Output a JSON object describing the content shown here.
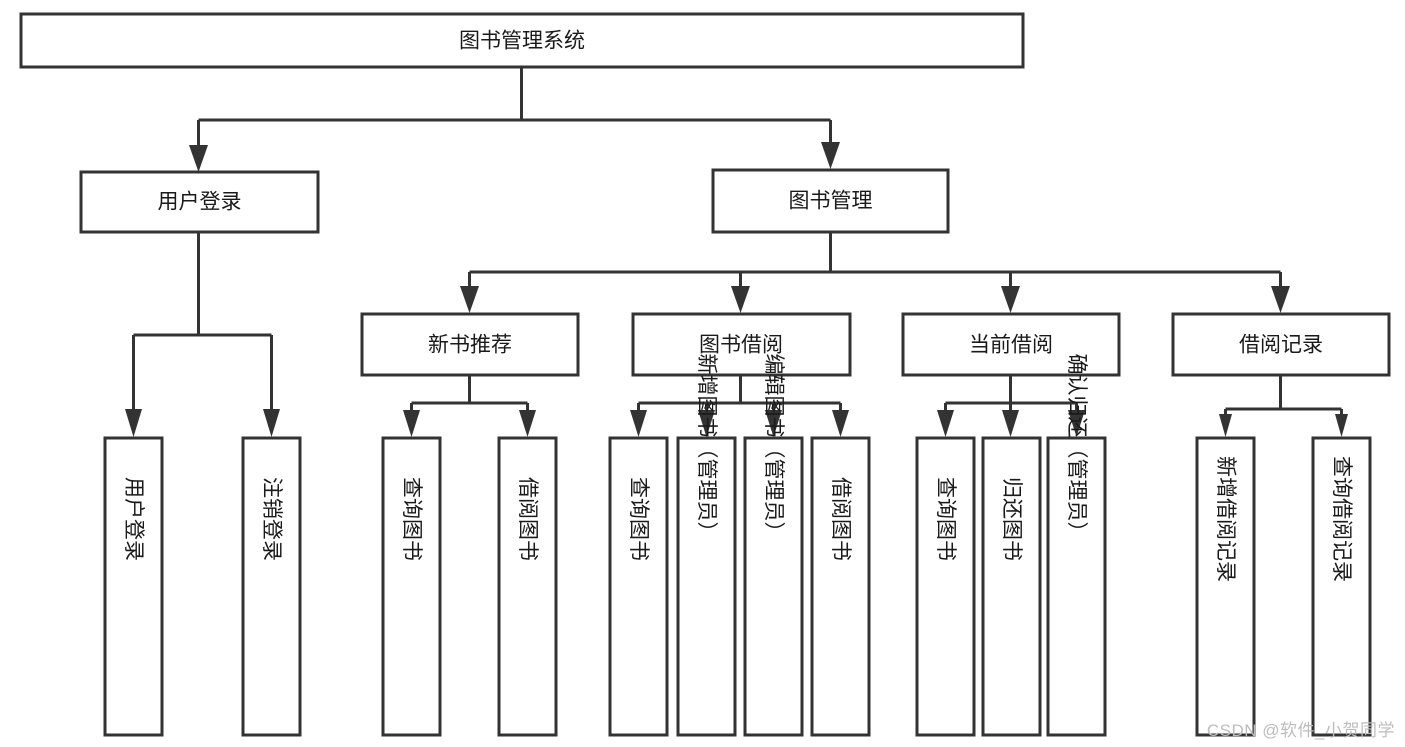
{
  "diagram": {
    "title": "图书管理系统",
    "type": "tree",
    "watermark": "CSDN @软件_小贺同学",
    "root": {
      "id": "root",
      "label": "图书管理系统"
    },
    "level2": [
      {
        "id": "user-login",
        "label": "用户登录"
      },
      {
        "id": "book-manage",
        "label": "图书管理"
      }
    ],
    "level3": [
      {
        "id": "new-book-rec",
        "label": "新书推荐",
        "parent": "book-manage"
      },
      {
        "id": "book-borrow",
        "label": "图书借阅",
        "parent": "book-manage"
      },
      {
        "id": "current-borrow",
        "label": "当前借阅",
        "parent": "book-manage"
      },
      {
        "id": "borrow-record",
        "label": "借阅记录",
        "parent": "book-manage"
      }
    ],
    "leaves": [
      {
        "id": "leaf-user-login",
        "label": "用户登录",
        "parent": "user-login"
      },
      {
        "id": "leaf-logout",
        "label": "注销登录",
        "parent": "user-login"
      },
      {
        "id": "leaf-query-book-1",
        "label": "查询图书",
        "parent": "new-book-rec"
      },
      {
        "id": "leaf-borrow-book-1",
        "label": "借阅图书",
        "parent": "new-book-rec"
      },
      {
        "id": "leaf-query-book-2",
        "label": "查询图书",
        "parent": "book-borrow"
      },
      {
        "id": "leaf-add-book",
        "label": "新增图书（管理员）",
        "parent": "book-borrow"
      },
      {
        "id": "leaf-edit-book",
        "label": "编辑图书（管理员）",
        "parent": "book-borrow"
      },
      {
        "id": "leaf-borrow-book-2",
        "label": "借阅图书",
        "parent": "book-borrow"
      },
      {
        "id": "leaf-query-book-3",
        "label": "查询图书",
        "parent": "current-borrow"
      },
      {
        "id": "leaf-return-book",
        "label": "归还图书",
        "parent": "current-borrow"
      },
      {
        "id": "leaf-confirm-return",
        "label": "确认归还（管理员）",
        "parent": "current-borrow"
      },
      {
        "id": "leaf-add-record",
        "label": "新增借阅记录",
        "parent": "borrow-record"
      },
      {
        "id": "leaf-query-record",
        "label": "查询借阅记录",
        "parent": "borrow-record"
      }
    ],
    "colors": {
      "stroke": "#333333",
      "box_fill": "#ffffff",
      "text": "#1a1a1a",
      "background": "#ffffff",
      "watermark": "#bdbdbd"
    }
  }
}
